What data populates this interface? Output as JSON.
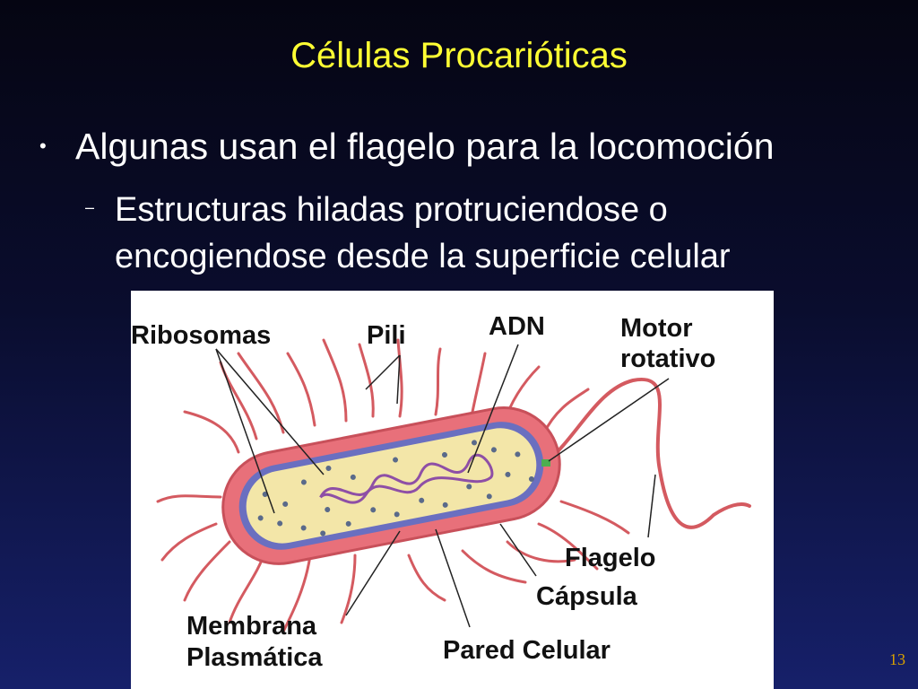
{
  "slide": {
    "title": "Células Procarióticas",
    "bullet_main": "Algunas usan el flagelo para la locomoción",
    "bullet_sub": "Estructuras hiladas protruciendose o encogiendose desde la superficie celular",
    "page_number": "13"
  },
  "diagram": {
    "labels": {
      "ribosomas": "Ribosomas",
      "pili": "Pili",
      "adn": "ADN",
      "motor_line1": "Motor",
      "motor_line2": "rotativo",
      "flagelo": "Flagelo",
      "capsula": "Cápsula",
      "membrana_line1": "Membrana",
      "membrana_line2": "Plasmática",
      "pared": "Pared Celular"
    },
    "colors": {
      "capsule": "#e8707a",
      "cell_wall": "#6a6fc0",
      "cytoplasm": "#f3e6a8",
      "dna": "#8e4fa6",
      "ribosome": "#5a6a8a",
      "appendage": "#d45a60",
      "motor": "#4caf50"
    }
  }
}
